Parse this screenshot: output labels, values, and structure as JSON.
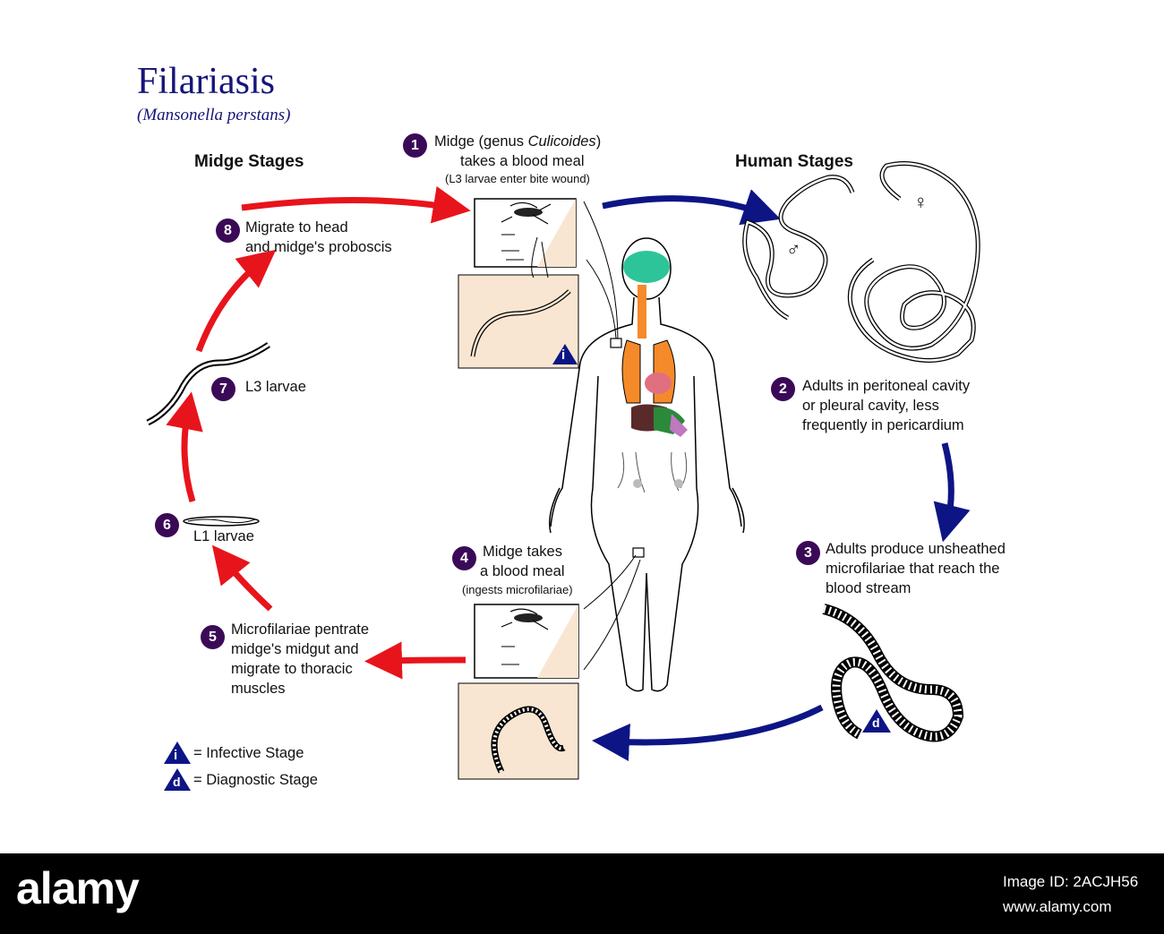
{
  "title": "Filariasis",
  "subtitle": "(Mansonella perstans)",
  "sections": {
    "midge": "Midge Stages",
    "human": "Human Stages"
  },
  "steps": [
    {
      "num": "1",
      "line1_pre": "Midge (genus ",
      "line1_italic": "Culicoides",
      "line1_post": ")",
      "line2": "takes a blood meal",
      "note": "(L3 larvae enter bite wound)"
    },
    {
      "num": "2",
      "lines": [
        "Adults in peritoneal cavity",
        "or pleural cavity,  less",
        "frequently in pericardium"
      ]
    },
    {
      "num": "3",
      "lines": [
        "Adults produce unsheathed",
        "microfilariae that reach the",
        "blood stream"
      ]
    },
    {
      "num": "4",
      "lines": [
        "Midge takes",
        "a blood meal"
      ],
      "note": "(ingests microfilariae)"
    },
    {
      "num": "5",
      "lines": [
        "Microfilariae pentrate",
        "midge's midgut and",
        "migrate to thoracic",
        "muscles"
      ]
    },
    {
      "num": "6",
      "lines": [
        "L1 larvae"
      ]
    },
    {
      "num": "7",
      "lines": [
        "L3 larvae"
      ]
    },
    {
      "num": "8",
      "lines": [
        "Migrate to head",
        "and midge's proboscis"
      ]
    }
  ],
  "stage_markers": {
    "infective": "i",
    "diagnostic": "d",
    "male_symbol": "♂",
    "female_symbol": "♀"
  },
  "legend": {
    "infective": {
      "symbol": "i",
      "label": "= Infective Stage"
    },
    "diagnostic": {
      "symbol": "d",
      "label": "= Diagnostic Stage"
    }
  },
  "colors": {
    "midge_arrow": "#e8141c",
    "human_arrow": "#0d1585",
    "number_circle": "#3b0a57",
    "title": "#15157a",
    "panel": "#f8e6d2"
  },
  "footer": {
    "brand": "alamy",
    "image_id": "Image ID: 2ACJH56",
    "url": "www.alamy.com"
  }
}
